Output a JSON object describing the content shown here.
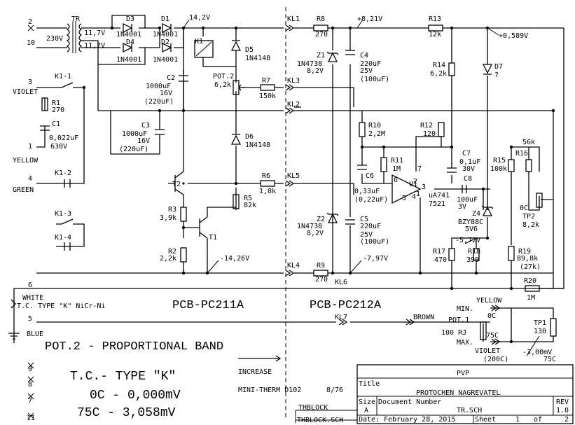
{
  "terminals": {
    "t2": "2",
    "t10": "10",
    "t3": "3",
    "t1": "1",
    "t4": "4",
    "t6": "6",
    "t5": "5",
    "t9": "9",
    "t8": "8",
    "t7": "7",
    "t11": "11"
  },
  "wire_labels": {
    "violet": "VIOLET",
    "yellow": "YELLOW",
    "green": "GREEN",
    "white": "WHITE",
    "blue": "BLUE",
    "tc_type": "T.C. TYPE \"K\" NiCr-Ni"
  },
  "transformer": {
    "ref": "TR",
    "v_primary": "230V",
    "v_sec1": "11,7V",
    "v_sec2": "11,7V"
  },
  "diodes": {
    "d3": {
      "ref": "D3",
      "val": "1N4001"
    },
    "d1": {
      "ref": "D1",
      "val": "1N4001"
    },
    "d4": {
      "ref": "D4",
      "val": "1N4001"
    },
    "d2": {
      "ref": "D2",
      "val": "1N4001"
    },
    "d5": {
      "ref": "D5",
      "val": "1N4148"
    },
    "d6": {
      "ref": "D6",
      "val": "1N4148"
    },
    "d7": {
      "ref": "D7",
      "val": "?"
    }
  },
  "zeners": {
    "z1": {
      "ref": "Z1",
      "val1": "1N4738",
      "val2": "8,2V"
    },
    "z2": {
      "ref": "Z2",
      "val1": "1N4738",
      "val2": "8,2V"
    },
    "z4": {
      "ref": "Z4",
      "val1": "BZY88C",
      "val2": "5V6"
    }
  },
  "relay": {
    "k1": "K1",
    "k1_1": "K1-1",
    "k1_2": "K1-2",
    "k1_3": "K1-3",
    "k1_4": "K1-4"
  },
  "voltages": {
    "v14_2": "14,2V",
    "v8_21": "+8,21V",
    "v0_589": "+0,589V",
    "v14_26": "-14,26V",
    "v7_97": "-7,97V",
    "v5_72": "-5,72V",
    "v3_00": "-3,00mV"
  },
  "connectors": {
    "kl1": "KL1",
    "kl2": "KL2",
    "kl3": "KL3",
    "kl4": "KL4",
    "kl5": "KL5",
    "kl6": "KL6",
    "kl7": "KL7"
  },
  "resistors": {
    "r1": {
      "ref": "R1",
      "val": "270"
    },
    "r2": {
      "ref": "R2",
      "val": "2,2k"
    },
    "r3": {
      "ref": "R3",
      "val": "3,9k"
    },
    "r5": {
      "ref": "R5",
      "val": "82k"
    },
    "r6": {
      "ref": "R6",
      "val": "1,8k"
    },
    "r7": {
      "ref": "R7",
      "val": "150k"
    },
    "r8": {
      "ref": "R8",
      "val": "270"
    },
    "r9": {
      "ref": "R9",
      "val": "270"
    },
    "r10": {
      "ref": "R10",
      "val": "2,2M"
    },
    "r11": {
      "ref": "R11",
      "val": "1M"
    },
    "r12": {
      "ref": "R12",
      "val": "120"
    },
    "r13": {
      "ref": "R13",
      "val": "12k"
    },
    "r14": {
      "ref": "R14",
      "val": "6,2k"
    },
    "r15": {
      "ref": "R15",
      "val": "100k"
    },
    "r16": {
      "ref": "R16",
      "val": "56k"
    },
    "r17": {
      "ref": "R17",
      "val": "470"
    },
    "r18": {
      "ref": "R18",
      "val": "390"
    },
    "r19": {
      "ref": "R19",
      "val": "89,8k",
      "alt": "(27k)"
    },
    "r20": {
      "ref": "R20",
      "val": "1M"
    }
  },
  "capacitors": {
    "c1": {
      "ref": "C1",
      "val": "0,022uF",
      "volt": "630V"
    },
    "c2": {
      "ref": "C2",
      "val": "1000uF",
      "volt": "16V",
      "alt": "(220uF)"
    },
    "c3": {
      "ref": "C3",
      "val": "1000uF",
      "volt": "16V",
      "alt": "(220uF)"
    },
    "c4": {
      "ref": "C4",
      "val": "220uF",
      "volt": "25V",
      "alt": "(100uF)"
    },
    "c5": {
      "ref": "C5",
      "val": "220uF",
      "volt": "25V",
      "alt": "(100uF)"
    },
    "c6": {
      "ref": "C6",
      "val": "0,33uF",
      "alt": "(0,22uF)"
    },
    "c7": {
      "ref": "C7",
      "val": "0,1uF",
      "volt": "30V"
    },
    "c8": {
      "ref": "C8",
      "val": "100uF",
      "volt": "3V"
    }
  },
  "transistors": {
    "t1": "T1",
    "t2": "T2"
  },
  "pots": {
    "pot2": "POT.2",
    "pot2_val": "6,2k",
    "pot1": "POT.1",
    "pot1_val": "100 RJ",
    "tp1": "TP1",
    "tp1_val": "130",
    "tp2": "TP2",
    "tp2_val": "8,2k",
    "tp2_oc": "0C"
  },
  "opamp": {
    "ref": "U1",
    "val1": "uA741",
    "val2": "7521",
    "p2": "2",
    "p3": "3",
    "p4": "4",
    "p6": "6",
    "p7": "7",
    "p1": "1",
    "p5": "5"
  },
  "pot1_terms": {
    "min": "MIN.",
    "max": "MAX.",
    "oc": "0C",
    "c75": "75C",
    "yellow": "YELLOW",
    "violet": "VIOLET",
    "alt": "(200C)",
    "brown": "BROWN",
    "tc75": "75C"
  },
  "boards": {
    "left": "PCB-PC211A",
    "right": "PCB-PC212A"
  },
  "notes": {
    "pot2_title": "POT.2 - PROPORTIONAL BAND",
    "increase": "INCREASE",
    "tc_type": "T.C.- TYPE   \"K\"",
    "oc_mv": "0C - 0,000mV",
    "c75_mv": "75C - 3,058mV",
    "mini_therm": "MINI-THERM D102",
    "date_code": "8/76"
  },
  "thblock": {
    "a": "THBLOCK",
    "b": "THBLOCK.SCH"
  },
  "titleblock": {
    "company": "PVP",
    "title_label": "Title",
    "title": "PROTOCHEN NAGREVATEL",
    "size_label": "Size",
    "size": "A",
    "docnum_label": "Document Number",
    "docnum": "TR.SCH",
    "rev_label": "REV",
    "rev": "1.0",
    "date_label": "Date:",
    "date": "February 28, 2015",
    "sheet_label": "Sheet",
    "sheet": "1",
    "of": "of",
    "sheets": "2"
  }
}
